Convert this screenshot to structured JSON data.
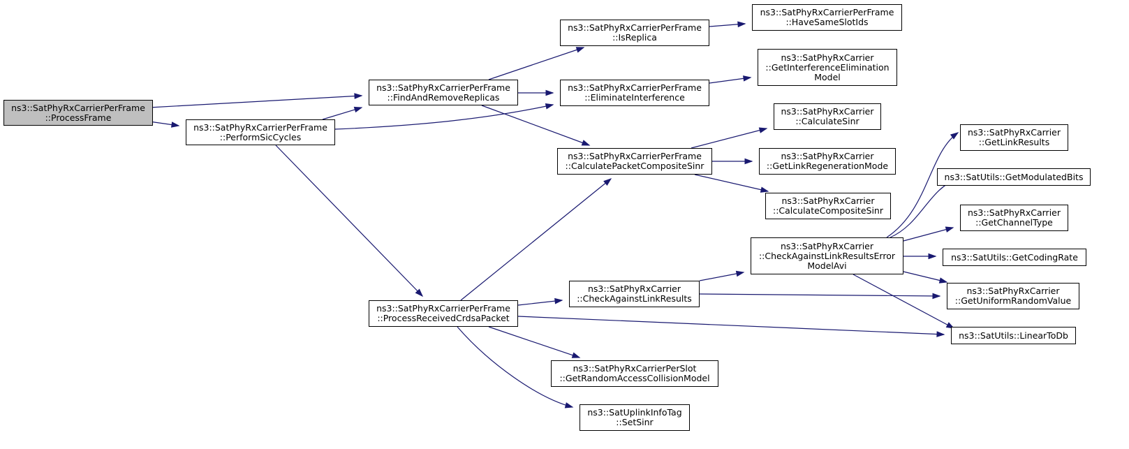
{
  "graph": {
    "colors": {
      "edge": "#191970",
      "root_fill": "#bfbfbf",
      "node_fill": "#ffffff",
      "border": "#000000"
    },
    "nodes": [
      {
        "id": "processFrame",
        "lines": [
          "ns3::SatPhyRxCarrierPerFrame",
          "::ProcessFrame"
        ],
        "root": true
      },
      {
        "id": "findAndRemoveReplicas",
        "lines": [
          "ns3::SatPhyRxCarrierPerFrame",
          "::FindAndRemoveReplicas"
        ]
      },
      {
        "id": "performSicCycles",
        "lines": [
          "ns3::SatPhyRxCarrierPerFrame",
          "::PerformSicCycles"
        ]
      },
      {
        "id": "isReplica",
        "lines": [
          "ns3::SatPhyRxCarrierPerFrame",
          "::IsReplica"
        ]
      },
      {
        "id": "eliminateInterference",
        "lines": [
          "ns3::SatPhyRxCarrierPerFrame",
          "::EliminateInterference"
        ]
      },
      {
        "id": "calculatePacketCompositeSinr",
        "lines": [
          "ns3::SatPhyRxCarrierPerFrame",
          "::CalculatePacketCompositeSinr"
        ]
      },
      {
        "id": "processReceivedCrdsaPacket",
        "lines": [
          "ns3::SatPhyRxCarrierPerFrame",
          "::ProcessReceivedCrdsaPacket"
        ]
      },
      {
        "id": "haveSameSlotIds",
        "lines": [
          "ns3::SatPhyRxCarrierPerFrame",
          "::HaveSameSlotIds"
        ]
      },
      {
        "id": "getInterferenceEliminationModel",
        "lines": [
          "ns3::SatPhyRxCarrier",
          "::GetInterferenceElimination",
          "Model"
        ]
      },
      {
        "id": "calculateSinr",
        "lines": [
          "ns3::SatPhyRxCarrier",
          "::CalculateSinr"
        ]
      },
      {
        "id": "getLinkRegenerationMode",
        "lines": [
          "ns3::SatPhyRxCarrier",
          "::GetLinkRegenerationMode"
        ]
      },
      {
        "id": "calculateCompositeSinr",
        "lines": [
          "ns3::SatPhyRxCarrier",
          "::CalculateCompositeSinr"
        ]
      },
      {
        "id": "checkAgainstLinkResults",
        "lines": [
          "ns3::SatPhyRxCarrier",
          "::CheckAgainstLinkResults"
        ]
      },
      {
        "id": "checkAgainstLinkResultsErrorModelAvi",
        "lines": [
          "ns3::SatPhyRxCarrier",
          "::CheckAgainstLinkResultsError",
          "ModelAvi"
        ]
      },
      {
        "id": "getRandomAccessCollisionModel",
        "lines": [
          "ns3::SatPhyRxCarrierPerSlot",
          "::GetRandomAccessCollisionModel"
        ]
      },
      {
        "id": "setSinr",
        "lines": [
          "ns3::SatUplinkInfoTag",
          "::SetSinr"
        ]
      },
      {
        "id": "getLinkResults",
        "lines": [
          "ns3::SatPhyRxCarrier",
          "::GetLinkResults"
        ]
      },
      {
        "id": "getModulatedBits",
        "lines": [
          "ns3::SatUtils::GetModulatedBits"
        ]
      },
      {
        "id": "getChannelType",
        "lines": [
          "ns3::SatPhyRxCarrier",
          "::GetChannelType"
        ]
      },
      {
        "id": "getCodingRate",
        "lines": [
          "ns3::SatUtils::GetCodingRate"
        ]
      },
      {
        "id": "getUniformRandomValue",
        "lines": [
          "ns3::SatPhyRxCarrier",
          "::GetUniformRandomValue"
        ]
      },
      {
        "id": "linearToDb",
        "lines": [
          "ns3::SatUtils::LinearToDb"
        ]
      }
    ],
    "edges": [
      {
        "from": "processFrame",
        "to": "findAndRemoveReplicas"
      },
      {
        "from": "processFrame",
        "to": "performSicCycles"
      },
      {
        "from": "performSicCycles",
        "to": "findAndRemoveReplicas"
      },
      {
        "from": "performSicCycles",
        "to": "eliminateInterference"
      },
      {
        "from": "performSicCycles",
        "to": "processReceivedCrdsaPacket"
      },
      {
        "from": "findAndRemoveReplicas",
        "to": "isReplica"
      },
      {
        "from": "findAndRemoveReplicas",
        "to": "eliminateInterference"
      },
      {
        "from": "findAndRemoveReplicas",
        "to": "calculatePacketCompositeSinr"
      },
      {
        "from": "isReplica",
        "to": "haveSameSlotIds"
      },
      {
        "from": "eliminateInterference",
        "to": "getInterferenceEliminationModel"
      },
      {
        "from": "calculatePacketCompositeSinr",
        "to": "calculateSinr"
      },
      {
        "from": "calculatePacketCompositeSinr",
        "to": "getLinkRegenerationMode"
      },
      {
        "from": "calculatePacketCompositeSinr",
        "to": "calculateCompositeSinr"
      },
      {
        "from": "processReceivedCrdsaPacket",
        "to": "calculatePacketCompositeSinr"
      },
      {
        "from": "processReceivedCrdsaPacket",
        "to": "checkAgainstLinkResults"
      },
      {
        "from": "processReceivedCrdsaPacket",
        "to": "linearToDb"
      },
      {
        "from": "processReceivedCrdsaPacket",
        "to": "getRandomAccessCollisionModel"
      },
      {
        "from": "processReceivedCrdsaPacket",
        "to": "setSinr"
      },
      {
        "from": "checkAgainstLinkResults",
        "to": "checkAgainstLinkResultsErrorModelAvi"
      },
      {
        "from": "checkAgainstLinkResults",
        "to": "getUniformRandomValue"
      },
      {
        "from": "checkAgainstLinkResultsErrorModelAvi",
        "to": "getLinkResults"
      },
      {
        "from": "checkAgainstLinkResultsErrorModelAvi",
        "to": "getModulatedBits"
      },
      {
        "from": "checkAgainstLinkResultsErrorModelAvi",
        "to": "getChannelType"
      },
      {
        "from": "checkAgainstLinkResultsErrorModelAvi",
        "to": "getCodingRate"
      },
      {
        "from": "checkAgainstLinkResultsErrorModelAvi",
        "to": "getUniformRandomValue"
      },
      {
        "from": "checkAgainstLinkResultsErrorModelAvi",
        "to": "linearToDb"
      }
    ]
  }
}
